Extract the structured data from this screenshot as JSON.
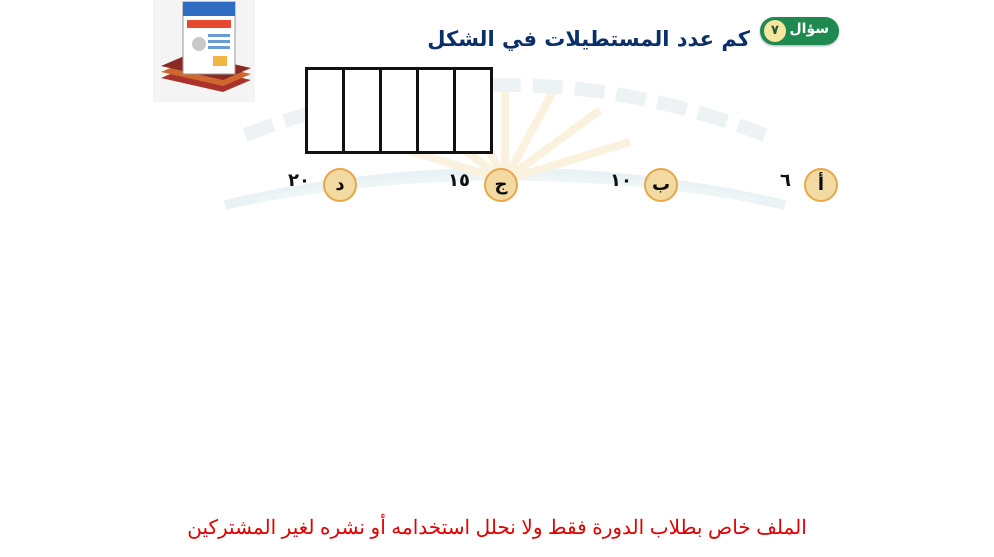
{
  "question": {
    "badge_label": "سؤال",
    "badge_number": "٧",
    "text": "كم عدد المستطيلات في الشكل"
  },
  "figure": {
    "rectangle_columns": 5
  },
  "choices": [
    {
      "letter": "أ",
      "value": "٦"
    },
    {
      "letter": "ب",
      "value": "١٠"
    },
    {
      "letter": "ج",
      "value": "١٥"
    },
    {
      "letter": "د",
      "value": "٢٠"
    }
  ],
  "footer": {
    "note": "الملف خاص بطلاب الدورة فقط ولا نحلل استخدامه أو نشره لغير المشتركين"
  },
  "colors": {
    "badge_green": "#1f8a4f",
    "question_navy": "#0b2f68",
    "choice_circle_fill": "#f3d9a2",
    "choice_circle_border": "#e6a749",
    "footer_red": "#e00000"
  }
}
